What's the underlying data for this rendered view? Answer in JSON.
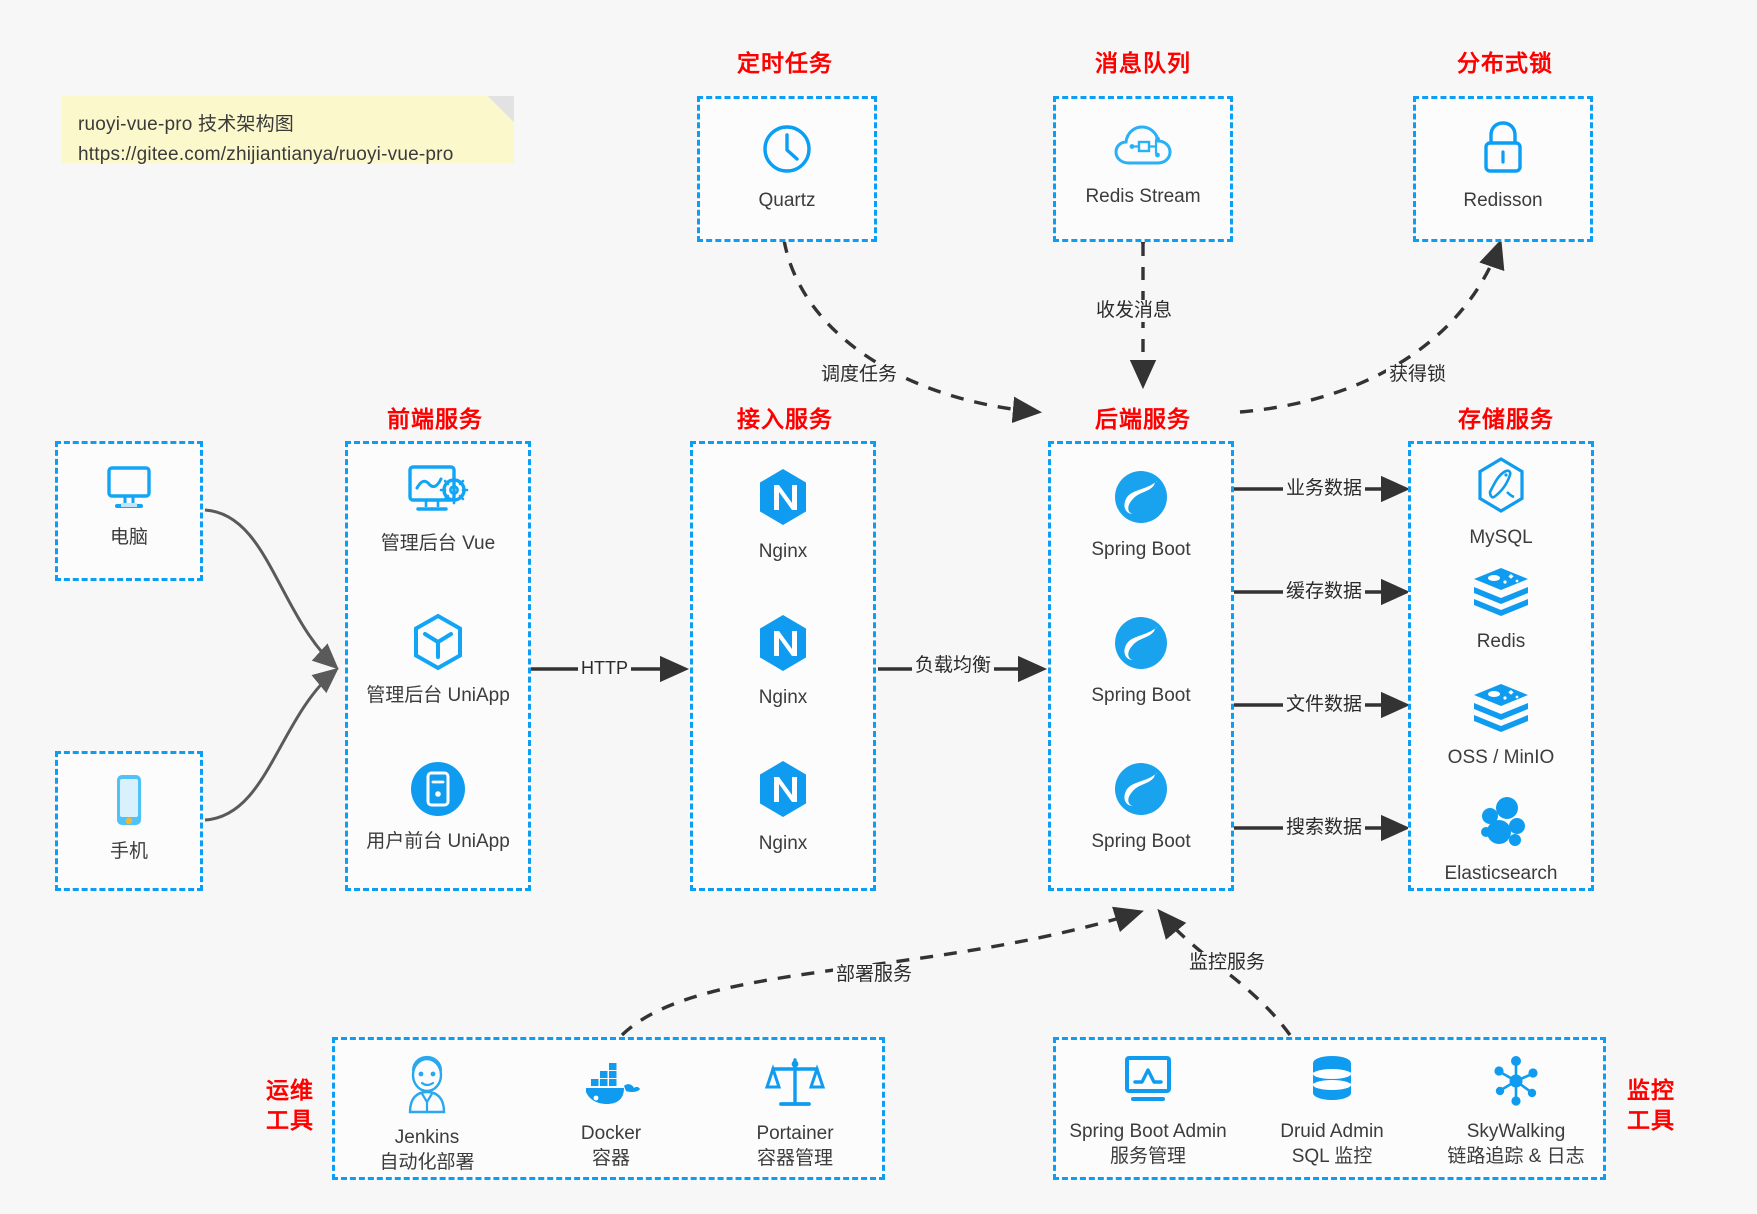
{
  "note": {
    "line1": "ruoyi-vue-pro 技术架构图",
    "line2": "https://gitee.com/zhijiantianya/ruoyi-vue-pro"
  },
  "groups": {
    "scheduler": {
      "title": "定时任务",
      "nodes": [
        {
          "label": "Quartz",
          "icon": "clock-icon"
        }
      ]
    },
    "mq": {
      "title": "消息队列",
      "nodes": [
        {
          "label": "Redis Stream",
          "icon": "cloud-network-icon"
        }
      ]
    },
    "lock": {
      "title": "分布式锁",
      "nodes": [
        {
          "label": "Redisson",
          "icon": "lock-icon"
        }
      ]
    },
    "client": {
      "title": "",
      "nodes": [
        {
          "label": "电脑",
          "icon": "monitor-icon"
        },
        {
          "label": "手机",
          "icon": "smartphone-icon"
        }
      ]
    },
    "frontend": {
      "title": "前端服务",
      "nodes": [
        {
          "label": "管理后台 Vue",
          "icon": "dashboard-gear-icon"
        },
        {
          "label": "管理后台 UniApp",
          "icon": "uniapp-hex-icon"
        },
        {
          "label": "用户前台 UniApp",
          "icon": "uniapp-circle-icon"
        }
      ]
    },
    "gateway": {
      "title": "接入服务",
      "nodes": [
        {
          "label": "Nginx",
          "icon": "nginx-icon"
        },
        {
          "label": "Nginx",
          "icon": "nginx-icon"
        },
        {
          "label": "Nginx",
          "icon": "nginx-icon"
        }
      ]
    },
    "backend": {
      "title": "后端服务",
      "nodes": [
        {
          "label": "Spring Boot",
          "icon": "spring-boot-icon"
        },
        {
          "label": "Spring Boot",
          "icon": "spring-boot-icon"
        },
        {
          "label": "Spring Boot",
          "icon": "spring-boot-icon"
        }
      ]
    },
    "storage": {
      "title": "存储服务",
      "nodes": [
        {
          "label": "MySQL",
          "icon": "mysql-icon"
        },
        {
          "label": "Redis",
          "icon": "redis-icon"
        },
        {
          "label": "OSS / MinIO",
          "icon": "oss-icon"
        },
        {
          "label": "Elasticsearch",
          "icon": "elasticsearch-icon"
        }
      ]
    },
    "devops": {
      "title": "运维\n工具",
      "title_l1": "运维",
      "title_l2": "工具",
      "nodes": [
        {
          "label": "Jenkins",
          "sub": "自动化部署",
          "icon": "jenkins-icon"
        },
        {
          "label": "Docker",
          "sub": "容器",
          "icon": "docker-icon"
        },
        {
          "label": "Portainer",
          "sub": "容器管理",
          "icon": "portainer-icon"
        }
      ]
    },
    "monitor": {
      "title_l1": "监控",
      "title_l2": "工具",
      "nodes": [
        {
          "label": "Spring Boot Admin",
          "sub": "服务管理",
          "icon": "monitor-chart-icon"
        },
        {
          "label": "Druid Admin",
          "sub": "SQL 监控",
          "icon": "database-icon"
        },
        {
          "label": "SkyWalking",
          "sub": "链路追踪 & 日志",
          "icon": "skywalking-icon"
        }
      ]
    }
  },
  "edges": {
    "http": "HTTP",
    "load_balance": "负载均衡",
    "schedule_task": "调度任务",
    "send_receive_message": "收发消息",
    "acquire_lock": "获得锁",
    "business_data": "业务数据",
    "cache_data": "缓存数据",
    "file_data": "文件数据",
    "search_data": "搜索数据",
    "deploy_service": "部署服务",
    "monitor_service": "监控服务"
  },
  "colors": {
    "accent_blue": "#0a9ef5",
    "title_red": "#ff0000",
    "note_yellow": "#fbf8cc",
    "background": "#f7f7f7",
    "wire_gray": "#5a5a5a",
    "wire_black": "#2b2b2b"
  }
}
